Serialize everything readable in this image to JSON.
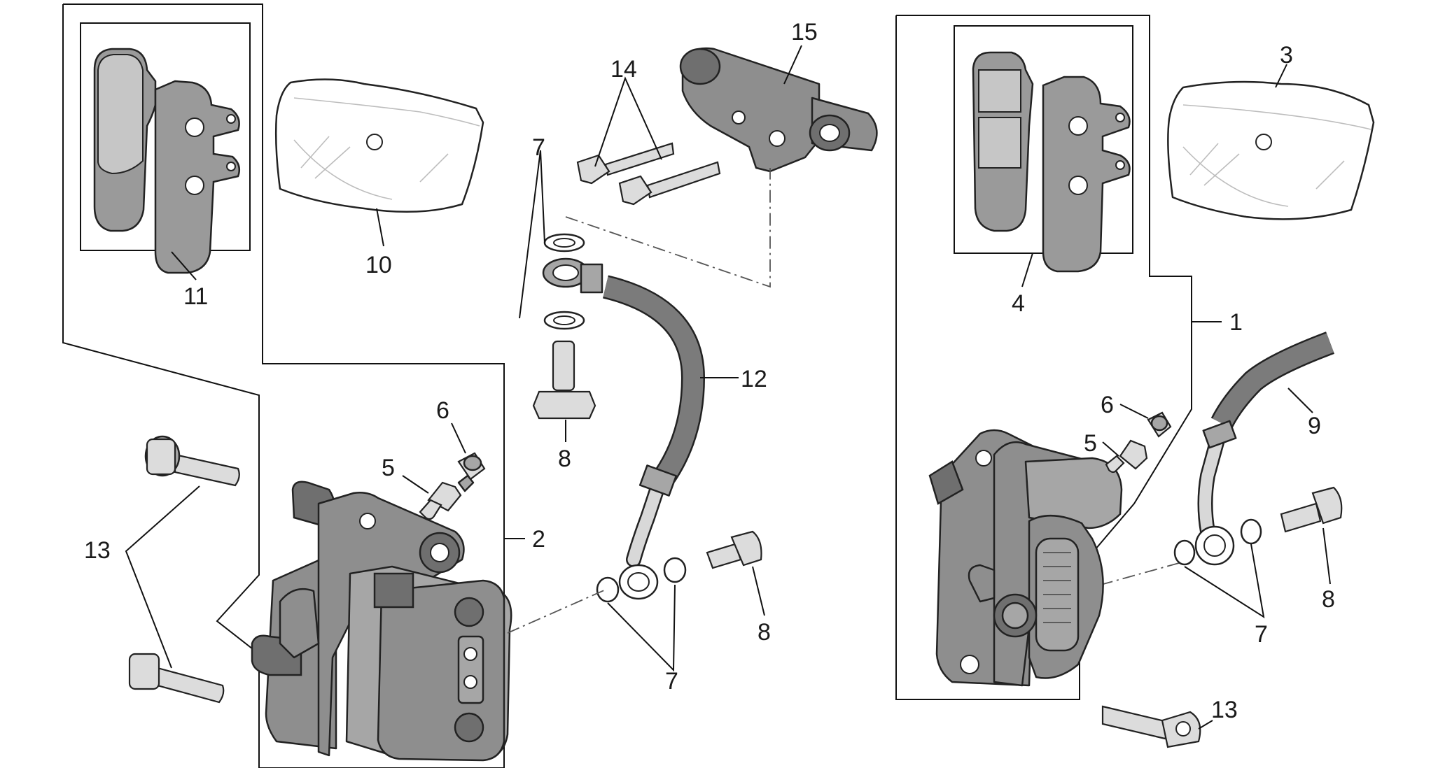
{
  "callouts": {
    "c1": "1",
    "c2": "2",
    "c3": "3",
    "c4": "4",
    "c5_left": "5",
    "c5_right": "5",
    "c6_left": "6",
    "c6_right": "6",
    "c7_top": "7",
    "c7_mid": "7",
    "c7_right": "7",
    "c8_center": "8",
    "c8_mid": "8",
    "c8_right": "8",
    "c9": "9",
    "c10": "10",
    "c11": "11",
    "c12": "12",
    "c13_left": "13",
    "c13_right": "13",
    "c14": "14",
    "c15": "15"
  },
  "colors": {
    "part_fill": "#8e8e8e",
    "line": "#111111",
    "background": "#ffffff"
  }
}
